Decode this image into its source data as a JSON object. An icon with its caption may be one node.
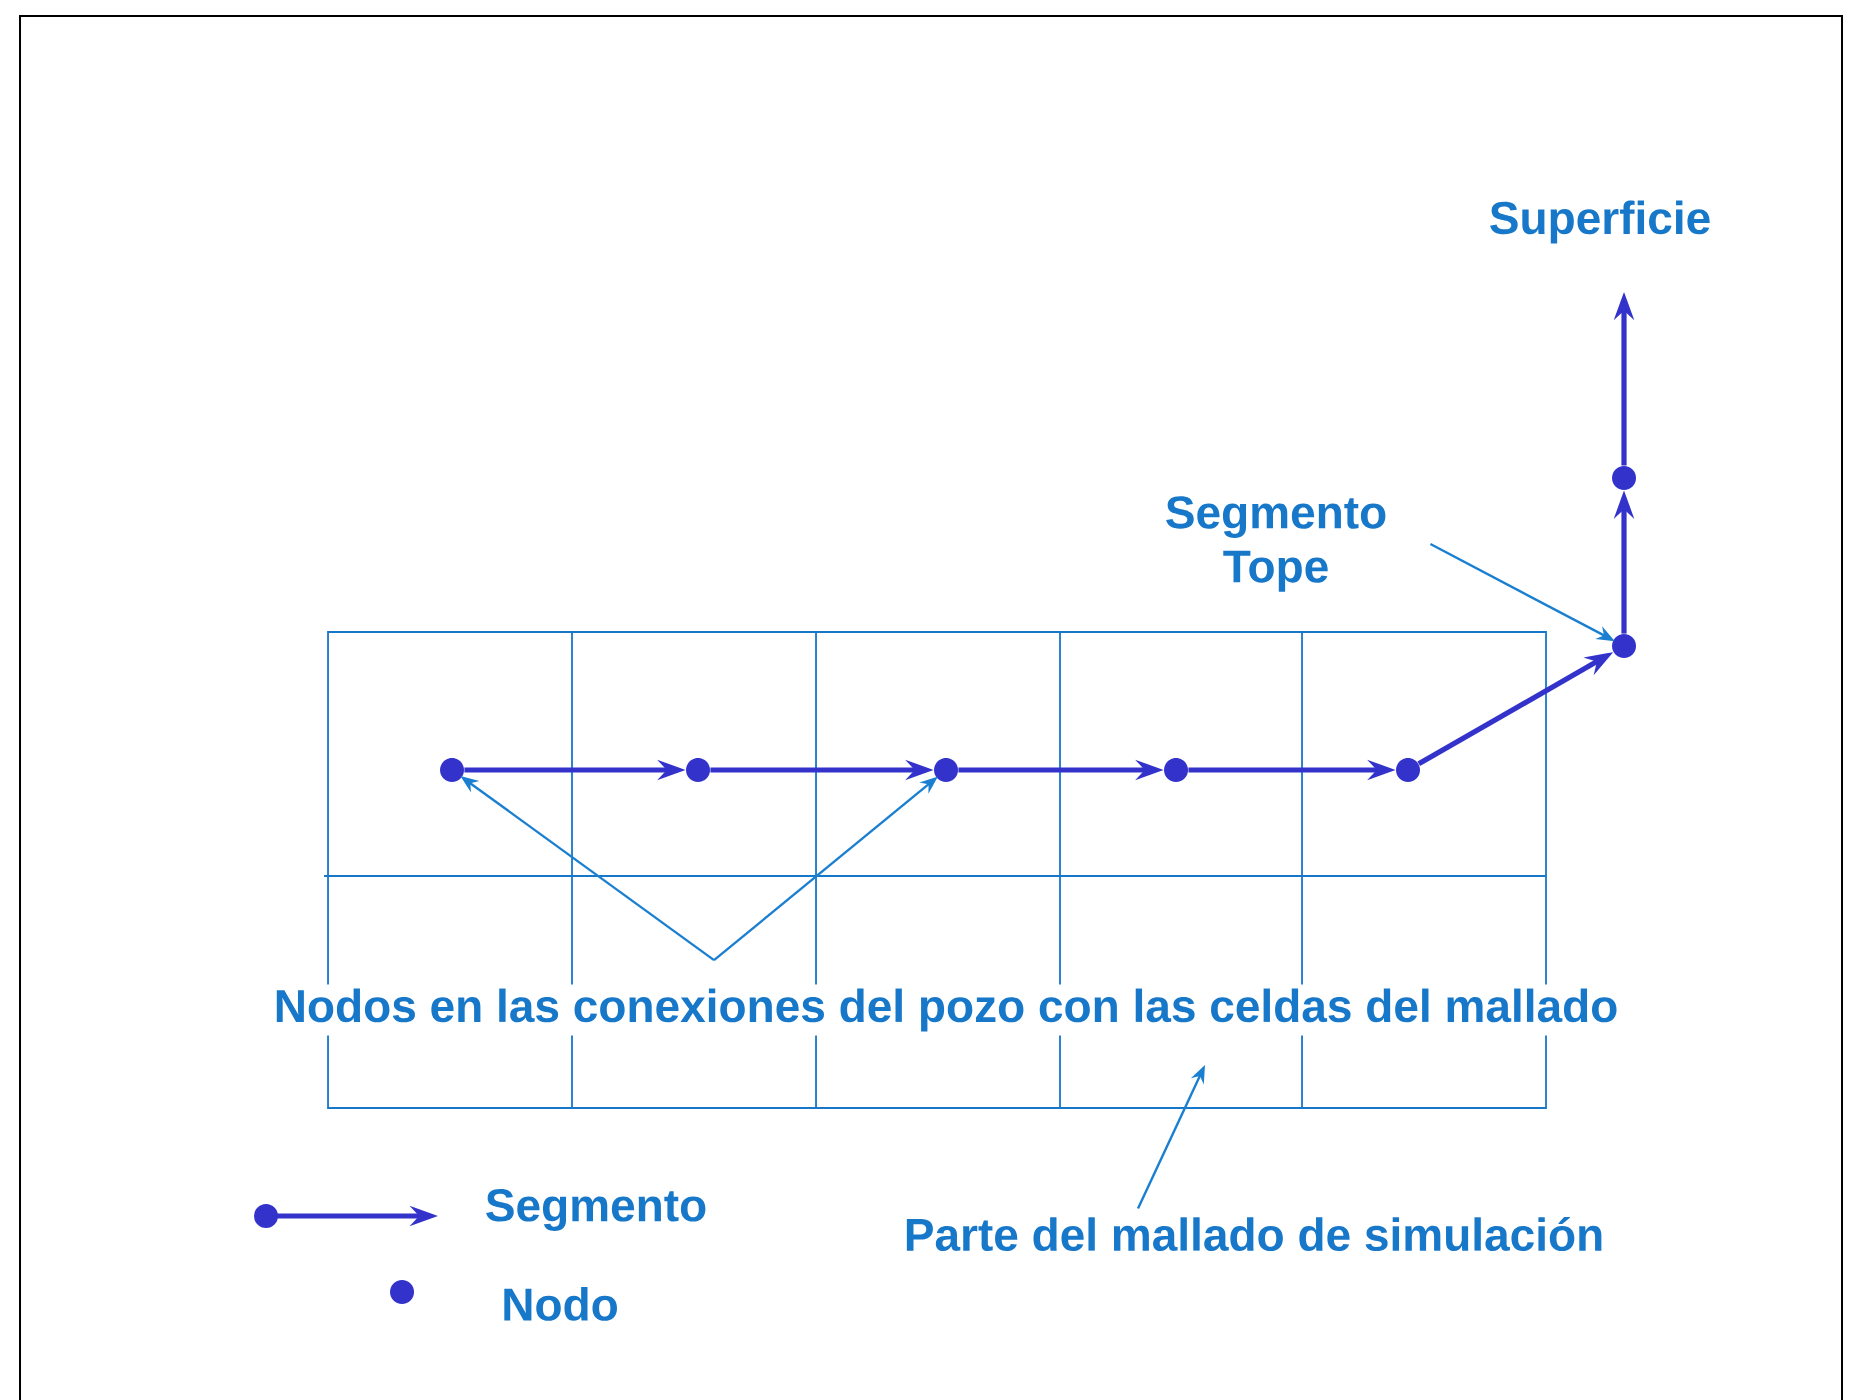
{
  "diagram": {
    "nodes": [
      {
        "text": [],
        "shape": "box"
      },
      {
        "text": [
          "Superficie"
        ]
      },
      {
        "text": [
          "Segmento Tope"
        ]
      },
      {
        "text": [],
        "shape": "circle",
        "in": 0
      },
      {
        "text": [],
        "shape": "circle",
        "in": 0
      },
      {
        "text": [],
        "shape": "circle",
        "in": 0
      },
      {
        "text": [],
        "shape": "circle",
        "in": 0
      },
      {
        "text": [],
        "shape": "circle",
        "in": 0
      },
      {
        "text": [],
        "shape": "circle"
      },
      {
        "text": [],
        "shape": "circle"
      },
      {
        "text": [
          "Nodos en las conexiones del pozo con las celdas del mallado"
        ]
      },
      {
        "text": [
          "Parte del mallado de simulación"
        ]
      }
    ],
    "edges": [
      {
        "from": 3,
        "to": 4,
        "arrow": "to"
      },
      {
        "from": 4,
        "to": 5,
        "arrow": "to"
      },
      {
        "from": 5,
        "to": 6,
        "arrow": "to"
      },
      {
        "from": 6,
        "to": 7,
        "arrow": "to"
      },
      {
        "from": 7,
        "to": 9,
        "arrow": "to"
      },
      {
        "from": 9,
        "to": 8,
        "arrow": "to"
      },
      {
        "from": 8,
        "to": 1,
        "arrow": "to"
      },
      {
        "from": 2,
        "to": 9,
        "arrow": "to",
        "color": "#1a7fd0"
      },
      {
        "from": 10,
        "to": 3,
        "arrow": "to",
        "color": "#1a7fd0"
      },
      {
        "from": 10,
        "to": 5,
        "arrow": "to",
        "color": "#1a7fd0"
      },
      {
        "from": 11,
        "to": 0,
        "arrow": "to",
        "color": "#1a7fd0"
      }
    ],
    "legend": [
      {
        "text": "Segmento"
      },
      {
        "text": "Nodo"
      }
    ]
  }
}
